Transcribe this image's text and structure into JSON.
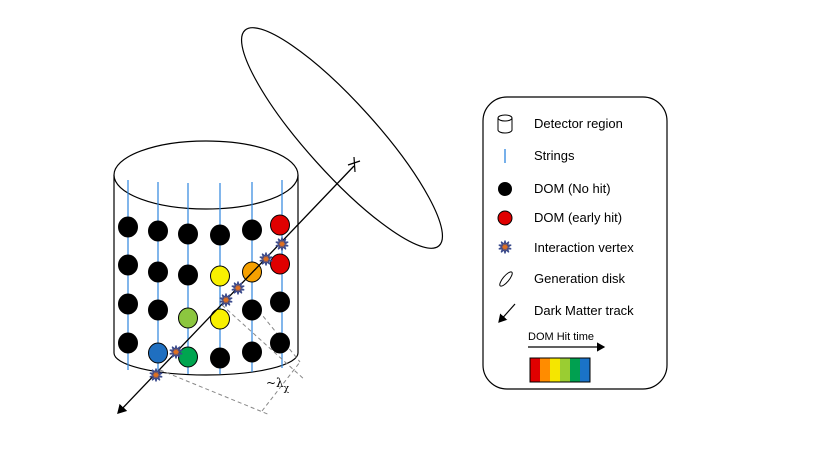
{
  "legend": {
    "items": [
      {
        "key": "detector",
        "label": "Detector region"
      },
      {
        "key": "strings",
        "label": "Strings"
      },
      {
        "key": "dom_nohit",
        "label": "DOM (No hit)"
      },
      {
        "key": "dom_early",
        "label": "DOM (early hit)"
      },
      {
        "key": "vertex",
        "label": "Interaction vertex"
      },
      {
        "key": "disk",
        "label": "Generation disk"
      },
      {
        "key": "track",
        "label": "Dark Matter track"
      }
    ],
    "hit_time_label": "DOM Hit time",
    "hit_time_colors": [
      "#e00000",
      "#ff8c00",
      "#f5e600",
      "#9acd32",
      "#00a050",
      "#1a73c8"
    ]
  },
  "annotation": {
    "lambda_prefix": "~λ",
    "lambda_subscript": "χ"
  },
  "colors": {
    "string": "#2e86de",
    "dom_nohit": "#000000",
    "dom_early": "#e00000",
    "dom_orange": "#f5a000",
    "dom_yellow": "#f8f000",
    "dom_lightgreen": "#8cc63f",
    "dom_green": "#00a550",
    "dom_blue": "#1f6fc0",
    "vertex_fill": "#e07020",
    "vertex_stroke": "#3a4a8c"
  }
}
